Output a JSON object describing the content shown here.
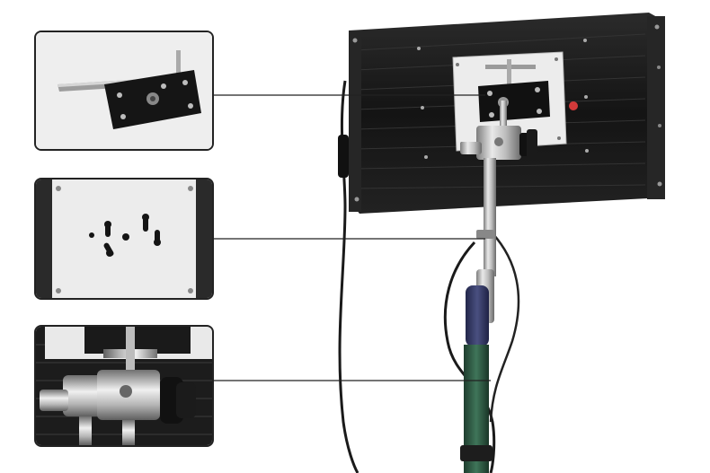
{
  "photo": {
    "subject": "led-panel-light-on-stand",
    "colors": {
      "panel_body": "#1b1b1b",
      "panel_rail": "#2a2a2a",
      "mount_plate": "#ececec",
      "bracket": "#111111",
      "chrome": "#b8b8b8",
      "stand_grip": "#3a3f66",
      "stand_lower": "#2f5b44",
      "cable": "#1a1a1a",
      "callout_line": "#222222",
      "inset_border": "#222222"
    }
  },
  "insets": [
    {
      "id": "detail-bracket-rod"
    },
    {
      "id": "detail-mounting-plate"
    },
    {
      "id": "detail-clamp-head"
    }
  ]
}
